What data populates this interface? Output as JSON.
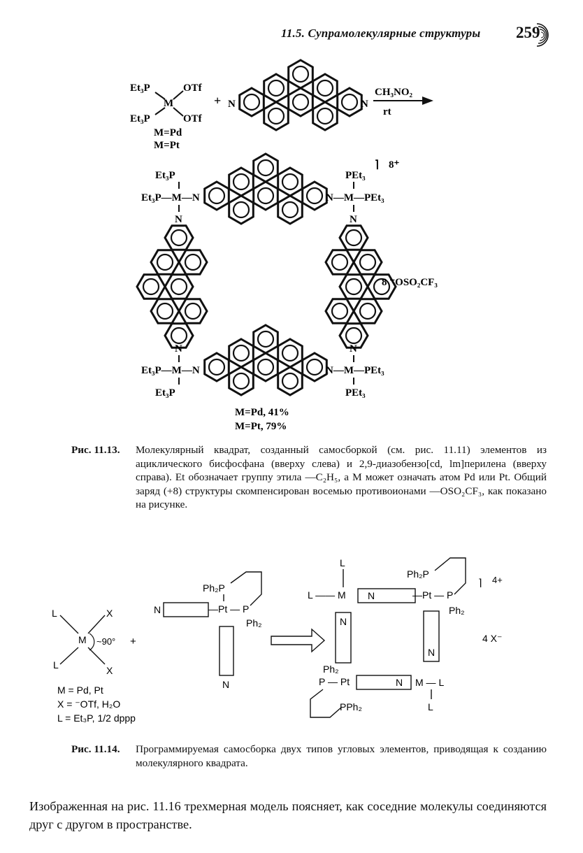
{
  "header": {
    "running_title": "11.5. Супрамолекулярные структуры",
    "page_number": "259"
  },
  "fig1": {
    "reagent_et3p_top": "Et₃P",
    "reagent_otf_top": "OTf",
    "reagent_m": "M",
    "reagent_et3p_bottom": "Et₃P",
    "reagent_otf_bottom": "OTf",
    "reagent_m_pd": "M=Pd",
    "reagent_m_pt": "M=Pt",
    "plus": "+",
    "ligand_n_left": "N",
    "ligand_n_right": "N",
    "solvent": "CH₃NO₂",
    "conditions": "rt",
    "charge": "8⁺",
    "counterion": "8 ⁻OSO₂CF₃",
    "corner_tl": {
      "et3p_top": "Et₃P",
      "line": "Et₃P—M—N",
      "n_below": "N"
    },
    "corner_tr": {
      "pet3_top": "PEt₃",
      "line": "N—M—PEt₃",
      "n_below": "N"
    },
    "corner_bl": {
      "n_above": "N",
      "line": "Et₃P—M—N",
      "et3p_bottom": "Et₃P"
    },
    "corner_br": {
      "n_above": "N",
      "line": "N—M—PEt₃",
      "pet3_bottom": "PEt₃"
    },
    "yield_pd": "M=Pd, 41%",
    "yield_pt": "M=Pt, 79%"
  },
  "caption1": {
    "label": "Рис. 11.13.",
    "text": "Молекулярный квадрат, созданный самосборкой (см. рис. 11.11) элементов из ациклического бисфосфана (вверху слева) и 2,9-диазобензо[cd, lm]перилена (вверху справа). Et обозначает группу этила —C₂H₅, а M может означать атом Pd или Pt. Общий заряд (+8) структуры скомпенсирован восемью противоионами —OSO₂CF₃, как показано на рисунке."
  },
  "fig2": {
    "corner_l_top": "L",
    "corner_x_top": "X",
    "corner_m": "M",
    "corner_angle": "~90°",
    "corner_l_bottom": "L",
    "corner_x_bottom": "X",
    "plus": "+",
    "def_m": "M = Pd, Pt",
    "def_x": "X = ⁻OTf, H₂O",
    "def_l": "L = Et₃P, 1/2 dppp",
    "pt_ph2p": "Ph₂P",
    "pt_pt_p": "—Pt — P",
    "pt_ph2": "Ph₂",
    "pt_n_left": "N",
    "pt_n_bottom": "N",
    "sq_l_top": "L",
    "sq_l_m": "L —— M",
    "sq_n_top_bar": "N",
    "sq_ph2p_top": "Ph₂P",
    "sq_pt_p_top": "—Pt — P",
    "sq_ph2_top": "Ph₂",
    "sq_charge": "4+",
    "sq_n_left_bar": "N",
    "sq_n_right_bar": "N",
    "sq_counterion": "4 X⁻",
    "sq_ph2_bottom": "Ph₂",
    "sq_p_pt": "P — Pt",
    "sq_n_bottom_bar": "N",
    "sq_m_l": "M — L",
    "sq_pph2": "PPh₂",
    "sq_l_bottom": "L"
  },
  "caption2": {
    "label": "Рис. 11.14.",
    "text": "Программируемая самосборка двух типов угловых элементов, приводящая к созданию молекулярного квадрата."
  },
  "body": {
    "paragraph": "Изображенная на рис. 11.16 трехмерная модель поясняет, как соседние молекулы соединяются друг с другом в пространстве."
  }
}
